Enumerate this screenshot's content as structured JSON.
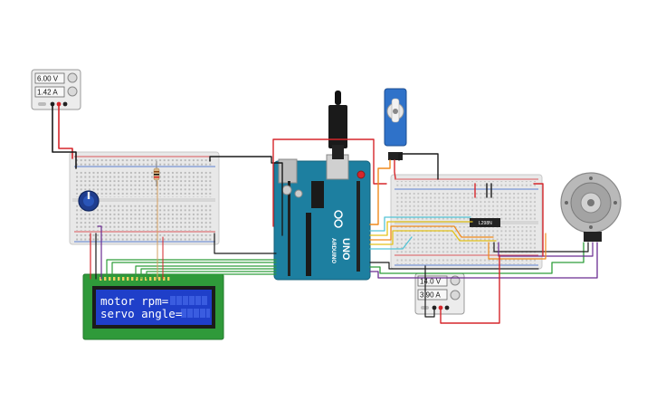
{
  "psu_left": {
    "voltage": "6.00 V",
    "current": "1.42 A"
  },
  "psu_right": {
    "voltage": "14.0 V",
    "current": "3.90 A"
  },
  "lcd": {
    "line1": "motor rpm=",
    "line2": "servo angle="
  },
  "arduino": {
    "brand": "ARDUINO",
    "model": "UNO"
  },
  "driver_chip": {
    "label": "L298N"
  },
  "colors": {
    "breadboard": "#e8e8e8",
    "arduino_board": "#1d7fa0",
    "lcd_pcb": "#2f9a3a",
    "lcd_screen": "#1f3fc9",
    "wire_red": "#d6262b",
    "wire_black": "#1a1a1a",
    "wire_green": "#2e9e3a",
    "wire_orange": "#f08a1c",
    "wire_purple": "#6a2c91",
    "wire_cyan": "#53c4d6",
    "wire_yellow": "#e3c21a",
    "servo_body": "#2f72c9"
  }
}
